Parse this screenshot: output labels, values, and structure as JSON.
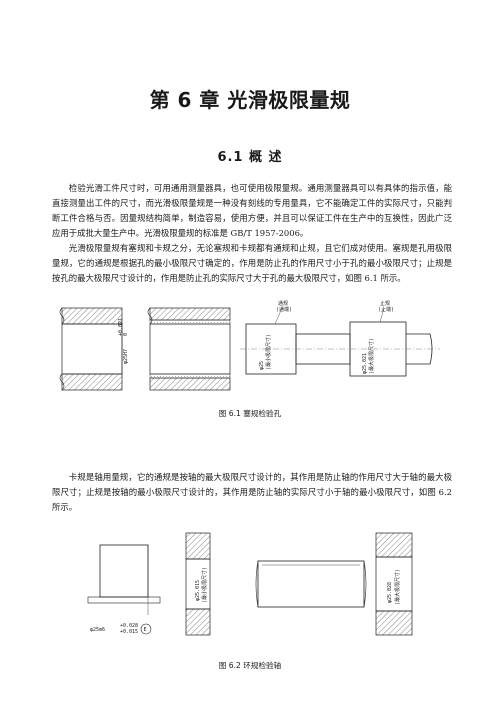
{
  "chapter": {
    "title": "第 6 章  光滑极限量规"
  },
  "section": {
    "title": "6.1  概  述"
  },
  "paragraphs": [
    "检验光滑工件尺寸时，可用通用测量器具，也可使用极限量规。通用测量器具可以有具体的指示值，能直接测量出工件的尺寸，而光滑极限量规是一种没有刻线的专用量具，它不能确定工件的实际尺寸，只能判断工件合格与否。因量规结构简单，制造容易，使用方便，并且可以保证工件在生产中的互换性，因此广泛应用于成批大量生产中。光滑极限量规的标准是 GB/T 1957-2006。",
    "光滑极限量规有塞规和卡规之分，无论塞规和卡规都有通规和止规，且它们成对使用。塞规是孔用极限量规，它的通规是根据孔的最小极限尺寸确定的，作用是防止孔的作用尺寸小于孔的最小极限尺寸；止规是按孔的最大极限尺寸设计的，作用是防止孔的实际尺寸大于孔的最大极限尺寸，如图 6.1 所示。",
    "卡规是轴用量规，它的通规是按轴的最大极限尺寸设计的，其作用是防止轴的作用尺寸大于轴的最大极限尺寸；止规是按轴的最小极限尺寸设计的，其作用是防止轴的实际尺寸小于轴的最小极限尺寸，如图 6.2 所示。"
  ],
  "figures": {
    "fig1": {
      "caption": "图 6.1  塞规检验孔",
      "labels": {
        "go": "通规",
        "go_sub": "(通端)",
        "nogo": "止规",
        "nogo_sub": "(止端)",
        "hole_dim": "φ25H7",
        "hole_tol_upper": "+0.021",
        "hole_tol_lower": "0",
        "go_dim": "φ25",
        "go_note": "(最小极限尺寸)",
        "nogo_dim": "φ25.021",
        "nogo_note": "(最大极限尺寸)"
      }
    },
    "fig2": {
      "caption": "图 6.2    环规检验轴",
      "labels": {
        "shaft_dim": "φ25m6",
        "shaft_tol_upper": "+0.028",
        "shaft_tol_lower": "+0.015",
        "envelope": "E",
        "ring1_dim": "φ25.015",
        "ring1_note": "(最小极限尺寸)",
        "ring2_dim": "φ25.028",
        "ring2_note": "(最大极限尺寸)"
      }
    }
  }
}
